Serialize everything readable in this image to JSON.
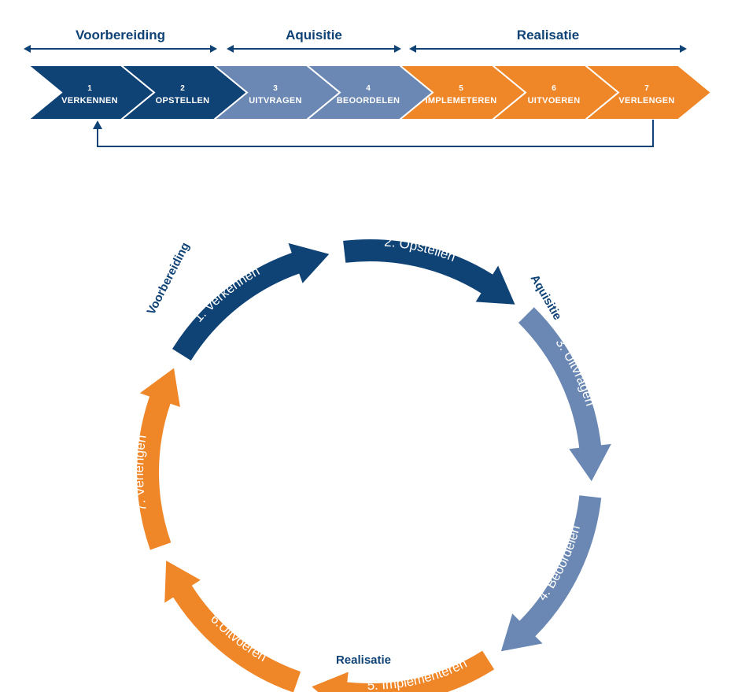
{
  "colors": {
    "voorbereiding": "#0f4376",
    "aquisitie": "#6a88b3",
    "realisatie": "#ef8628",
    "text": "#0f4376",
    "line": "#0f4376"
  },
  "phases": [
    {
      "key": "voorbereiding",
      "label": "Voorbereiding"
    },
    {
      "key": "aquisitie",
      "label": "Aquisitie"
    },
    {
      "key": "realisatie",
      "label": "Realisatie"
    }
  ],
  "steps": [
    {
      "num": "1",
      "name": "VERKENNEN",
      "phase": "voorbereiding",
      "circle_label": "1. Verkennen"
    },
    {
      "num": "2",
      "name": "OPSTELLEN",
      "phase": "voorbereiding",
      "circle_label": "2. Opstellen"
    },
    {
      "num": "3",
      "name": "UITVRAGEN",
      "phase": "aquisitie",
      "circle_label": "3. Uitvragen"
    },
    {
      "num": "4",
      "name": "BEOORDELEN",
      "phase": "aquisitie",
      "circle_label": "4. Beoordelen"
    },
    {
      "num": "5",
      "name": "IMPLEMETEREN",
      "phase": "realisatie",
      "circle_label": "5. Implementeren"
    },
    {
      "num": "6",
      "name": "UITVOEREN",
      "phase": "realisatie",
      "circle_label": "6.Uitvoeren"
    },
    {
      "num": "7",
      "name": "VERLENGEN",
      "phase": "realisatie",
      "circle_label": "7. Verlengen"
    }
  ]
}
